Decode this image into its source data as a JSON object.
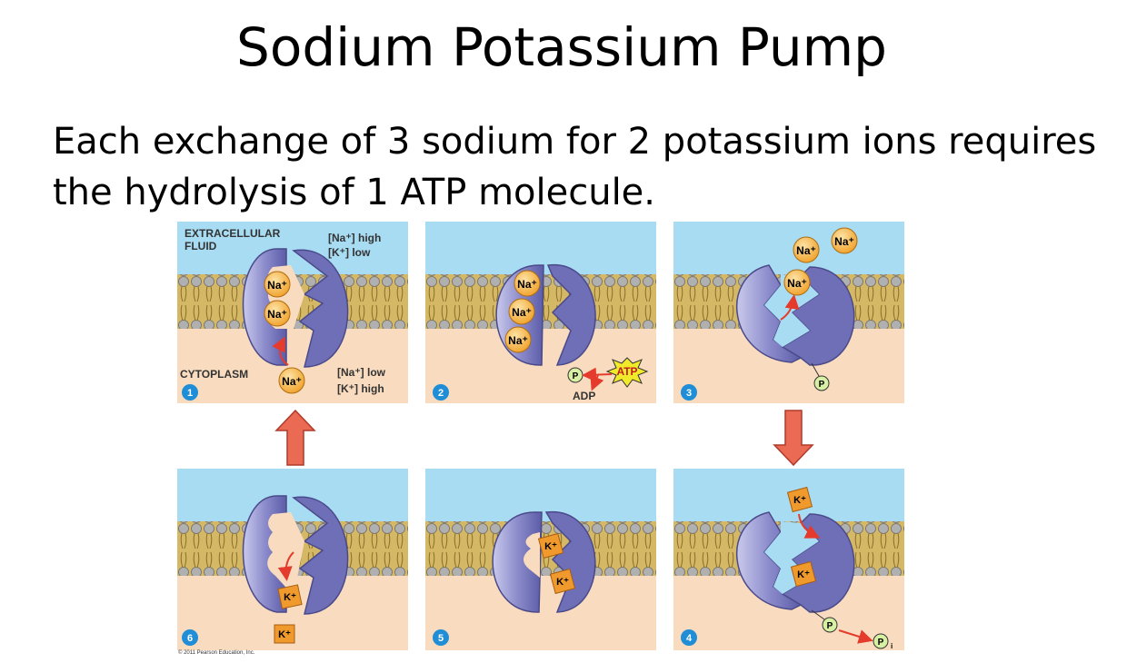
{
  "title": "Sodium Potassium Pump",
  "body": "Each exchange of 3 sodium for 2 potassium ions requires the hydrolysis of 1 ATP molecule.",
  "copyright": "© 2011 Pearson Education, Inc.",
  "labels": {
    "extracellular": "EXTRACELLULAR",
    "fluid": "FLUID",
    "na_high": "[Na⁺] high",
    "k_low": "[K⁺] low",
    "cytoplasm": "CYTOPLASM",
    "na_low": "[Na⁺] low",
    "k_high": "[K⁺] high",
    "atp": "ATP",
    "adp": "ADP",
    "p": "P",
    "pi": "P",
    "pi_sub": "i",
    "na": "Na⁺",
    "k": "K⁺"
  },
  "steps": [
    "1",
    "2",
    "3",
    "4",
    "5",
    "6"
  ],
  "colors": {
    "extracellular": "#a7dcf3",
    "cytoplasm": "#f9dcbf",
    "membrane_head": "#a2a2a2",
    "membrane_tail": "#d9bc6a",
    "protein": "#7f7fc4",
    "na_ion": "#f3a531",
    "k_ion": "#f09a2e",
    "arrow": "#e8603f",
    "step_badge": "#1f8ed6"
  }
}
